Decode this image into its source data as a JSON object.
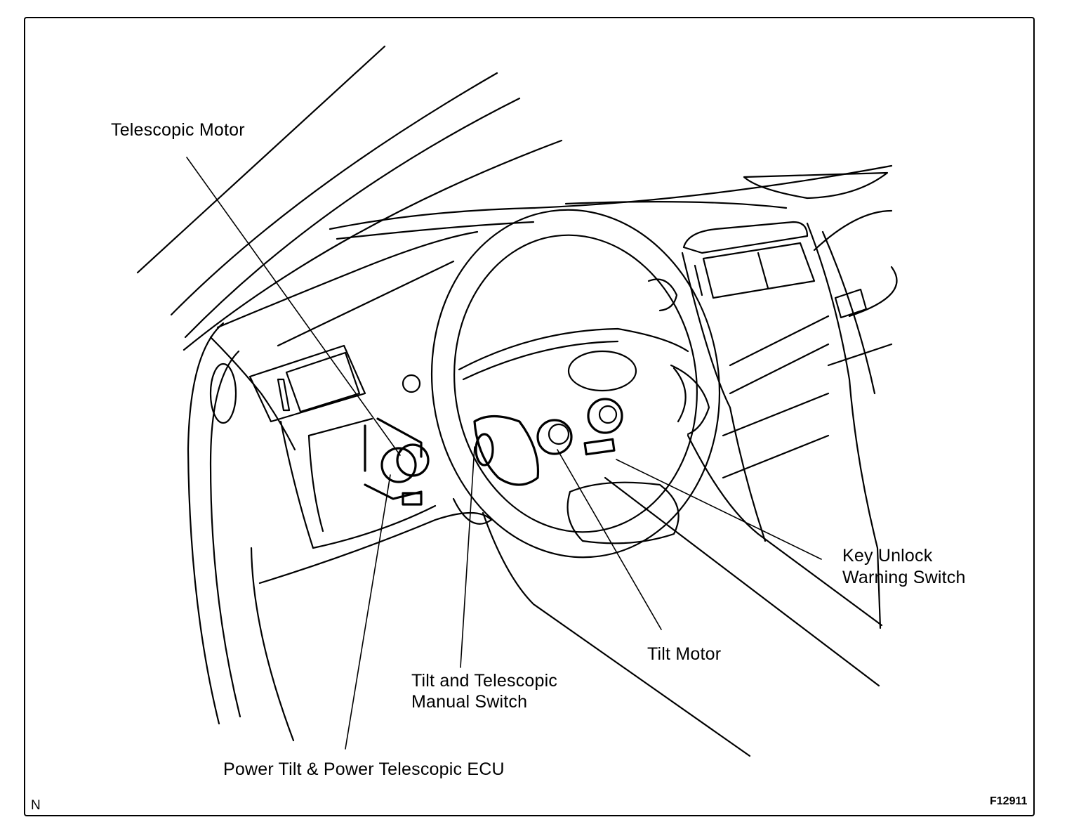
{
  "diagram": {
    "title": "Power Tilt & Telescopic Steering Component Locations",
    "labels": {
      "telescopic_motor": "Telescopic Motor",
      "key_unlock_line1": "Key Unlock",
      "key_unlock_line2": "Warning Switch",
      "tilt_motor": "Tilt Motor",
      "manual_switch_line1": "Tilt and Telescopic",
      "manual_switch_line2": "Manual Switch",
      "ecu": "Power Tilt & Power Telescopic ECU"
    },
    "corner_left": "N",
    "figure_code": "F12911",
    "colors": {
      "ink": "#000000",
      "paper": "#ffffff"
    }
  }
}
